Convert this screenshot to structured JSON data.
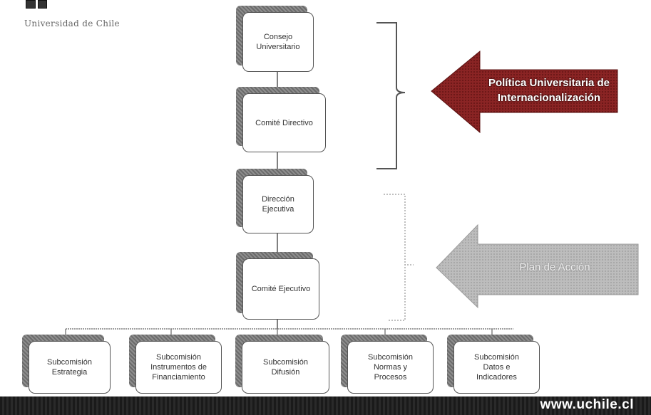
{
  "header": {
    "logo_text": "Universidad de Chile"
  },
  "org_chart": {
    "consejo": "Consejo\nUniversitario",
    "comite_directivo": "Comité Directivo",
    "direccion": "Dirección\nEjecutiva",
    "comite_ejecutivo": "Comité Ejecutivo",
    "subcommissions": [
      "Subcomisión\nEstrategia",
      "Subcomisión\nInstrumentos de\nFinanciamiento",
      "Subcomisión\nDifusión",
      "Subcomisión\nNormas y\nProcesos",
      "Subcomisión\nDatos e\nIndicadores"
    ]
  },
  "arrows": {
    "politica_line1": "Política Universitaria de",
    "politica_line2": "Internacionalización",
    "plan": "Plan de Acción"
  },
  "colors": {
    "arrow_dark": "#8a2424",
    "arrow_light": "#b9b9b9"
  },
  "footer": {
    "url": "www.uchile.cl"
  }
}
